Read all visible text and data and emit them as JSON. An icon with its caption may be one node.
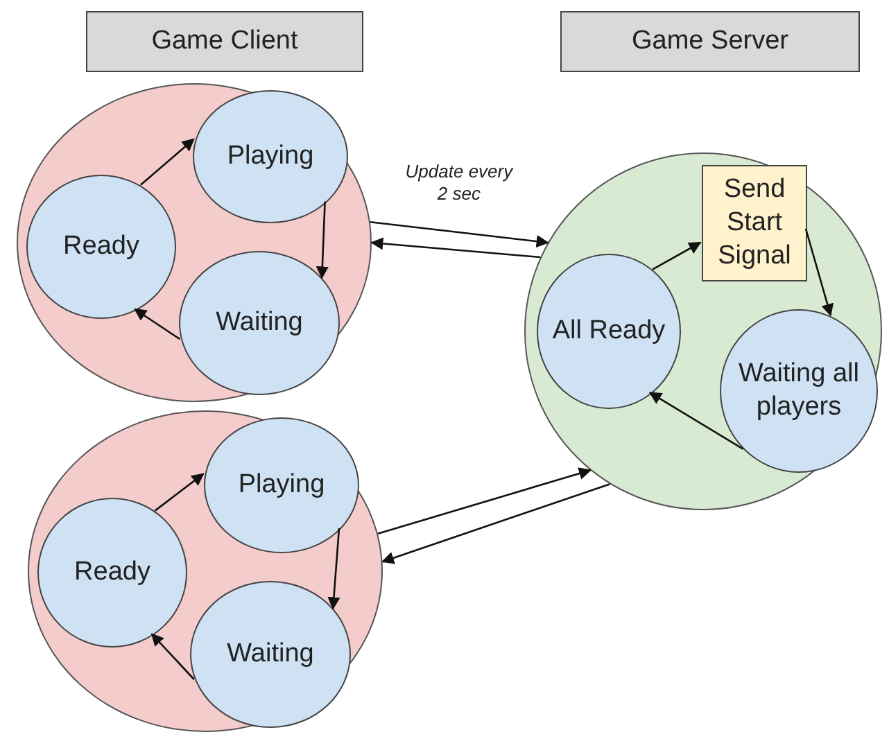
{
  "diagram": {
    "nodes": [
      {
        "text": [
          "Game Client"
        ]
      },
      {
        "text": [
          "Game Server"
        ]
      },
      {
        "text": [],
        "shape": "circle"
      },
      {
        "text": [
          "Ready"
        ],
        "in": 2
      },
      {
        "text": [
          "Playing"
        ],
        "in": 2
      },
      {
        "text": [
          "Waiting"
        ],
        "in": 2
      },
      {
        "text": [],
        "shape": "circle"
      },
      {
        "text": [
          "Send Start Signal"
        ],
        "in": 6
      },
      {
        "text": [
          "All Ready"
        ],
        "in": 6
      },
      {
        "text": [
          "Waiting all players"
        ],
        "in": 6
      },
      {
        "text": [],
        "shape": "circle"
      },
      {
        "text": [
          "Playing"
        ],
        "in": 10
      },
      {
        "text": [
          "Ready"
        ],
        "in": 10
      },
      {
        "text": [
          "Waiting"
        ],
        "in": 10
      }
    ],
    "edges": [
      {
        "from": 3,
        "to": 4,
        "arrow": "to"
      },
      {
        "from": 4,
        "to": 5,
        "arrow": "to"
      },
      {
        "from": 5,
        "to": 3,
        "arrow": "to"
      },
      {
        "from": 2,
        "to": 6,
        "arrow": "to",
        "label": "Update every 2 sec"
      },
      {
        "from": 6,
        "to": 2,
        "arrow": "to"
      },
      {
        "from": 8,
        "to": 7,
        "arrow": "to"
      },
      {
        "from": 7,
        "to": 9,
        "arrow": "to"
      },
      {
        "from": 9,
        "to": 8,
        "arrow": "to"
      },
      {
        "from": 10,
        "to": 6,
        "arrow": "to"
      },
      {
        "from": 6,
        "to": 10,
        "arrow": "to"
      },
      {
        "from": 12,
        "to": 11,
        "arrow": "to"
      },
      {
        "from": 11,
        "to": 13,
        "arrow": "to"
      },
      {
        "from": 13,
        "to": 12,
        "arrow": "to"
      }
    ]
  }
}
